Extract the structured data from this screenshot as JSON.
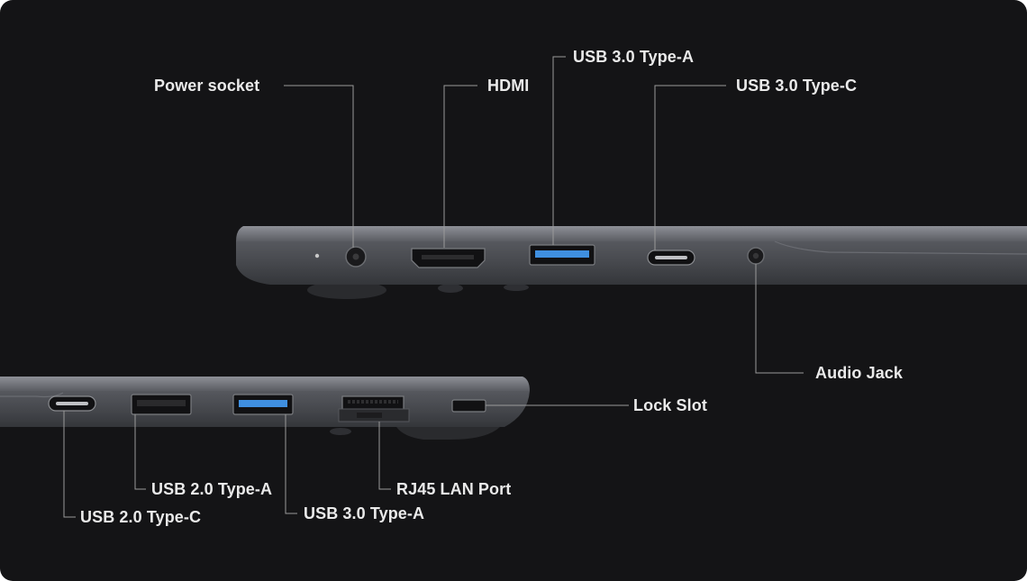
{
  "labels": {
    "top": {
      "power_socket": "Power socket",
      "hdmi": "HDMI",
      "usb30_typea": "USB 3.0 Type-A",
      "usb30_typec": "USB 3.0 Type-C",
      "audio_jack": "Audio Jack"
    },
    "bottom": {
      "lock_slot": "Lock Slot",
      "usb20_typea": "USB 2.0 Type-A",
      "rj45": "RJ45 LAN Port",
      "usb20_typec": "USB 2.0 Type-C",
      "usb30_typea": "USB 3.0 Type-A"
    }
  },
  "colors": {
    "background": "#141416",
    "chassis": "#4a4c52",
    "leader_line": "#9a9a9a",
    "usb30_accent": "#3f8fe0",
    "label_text": "#eaeaea"
  }
}
